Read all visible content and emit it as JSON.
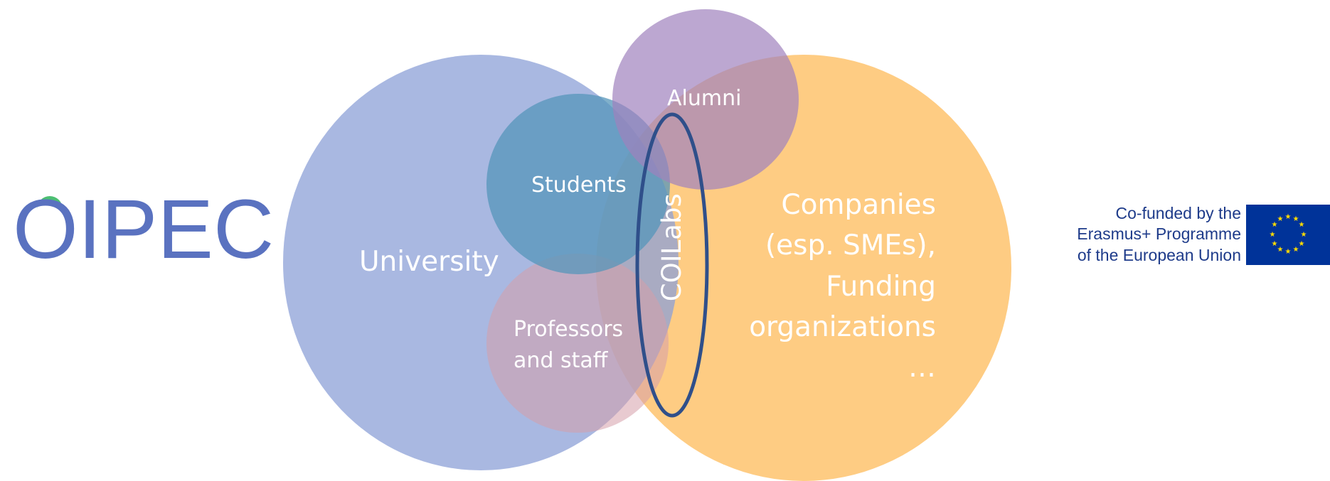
{
  "logo": {
    "wordmark": "OIPEC"
  },
  "diagram": {
    "university": "University",
    "students": "Students",
    "alumni": "Alumni",
    "professors_line1": "Professors",
    "professors_line2": "and staff",
    "coilabs": "COILabs",
    "companies_lines": [
      "Companies",
      "(esp. SMEs),",
      "Funding",
      "organizations",
      "…"
    ]
  },
  "erasmus": {
    "line1": "Co-funded by the",
    "line2": "Erasmus+ Programme",
    "line3": "of the European Union"
  },
  "colors": {
    "university": "#a7b6e0",
    "companies": "#fecc83",
    "students": "#6aa1bf",
    "alumni": "#b7a0cd",
    "professors": "#c8a4ba",
    "coilabs_ring": "#2f4f8a",
    "logo_blue": "#5a72c0",
    "logo_green": "#4cbf72",
    "eu_blue": "#003399",
    "eu_star": "#ffdd00"
  }
}
